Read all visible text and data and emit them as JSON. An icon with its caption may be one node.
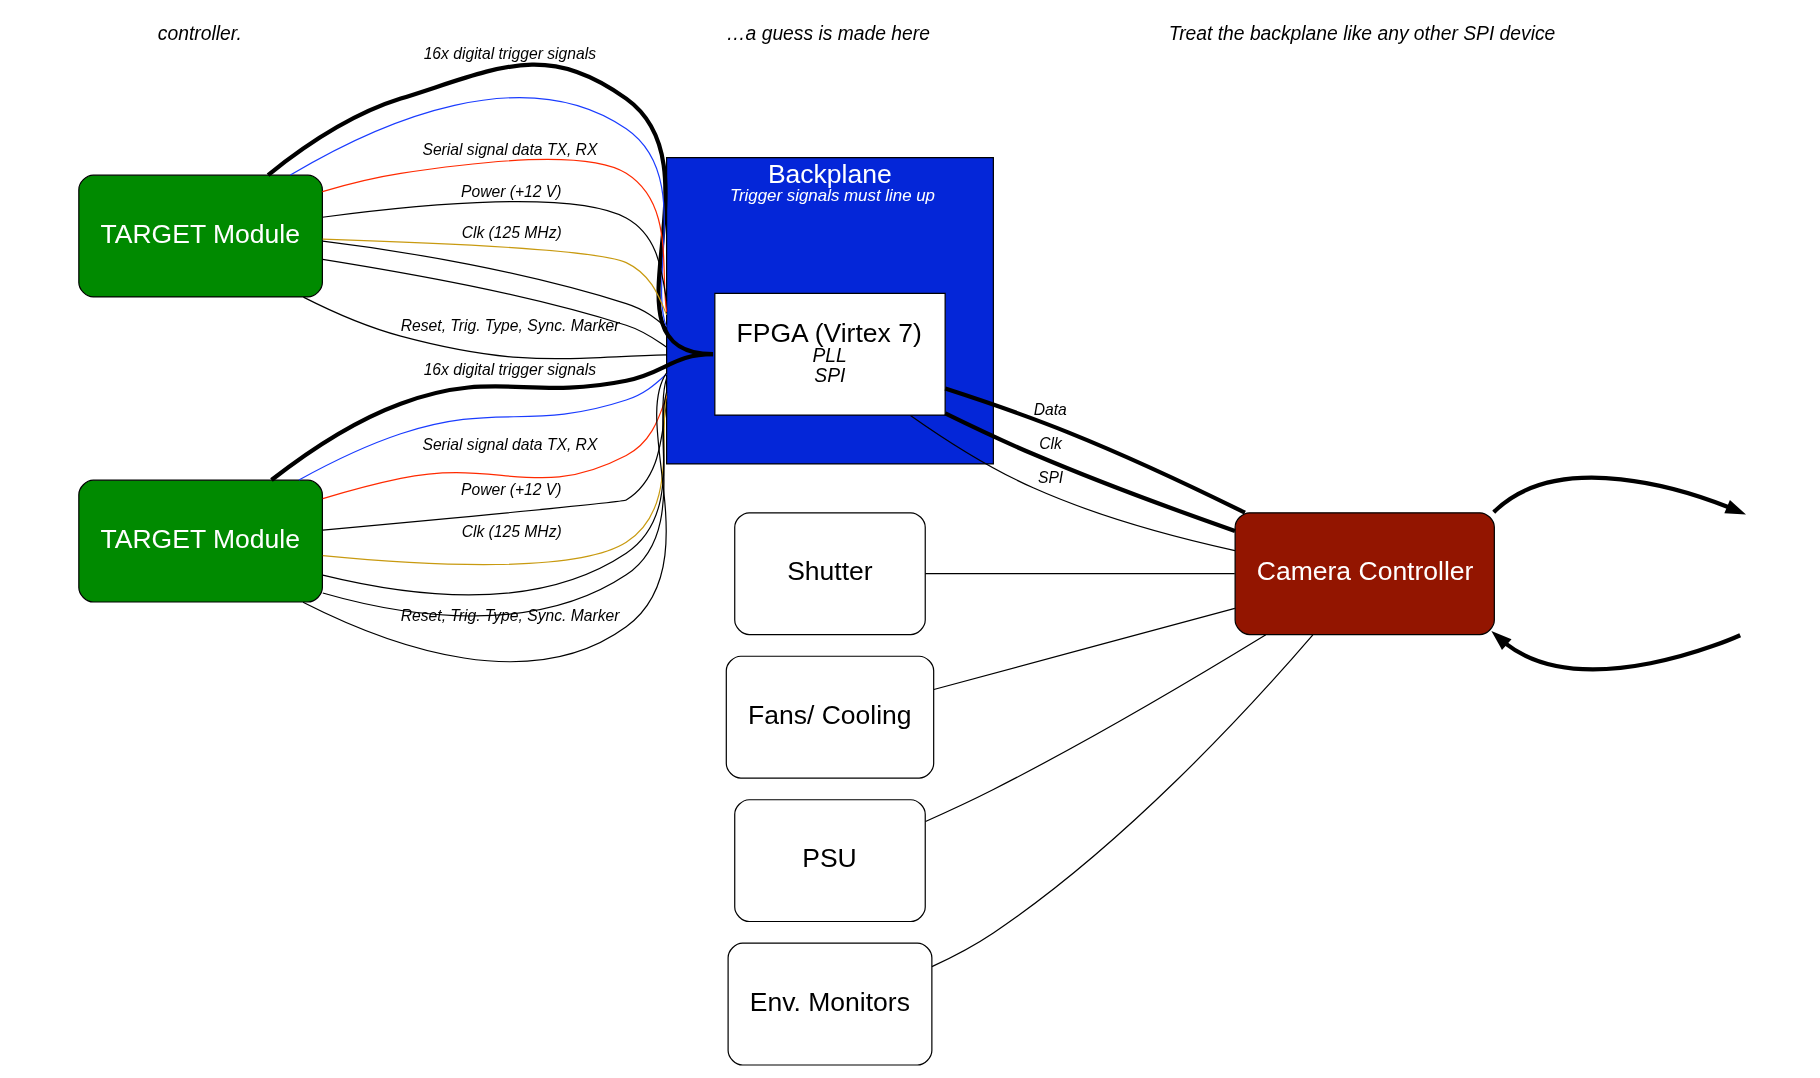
{
  "diagram": {
    "nodes": [
      {
        "text": [
          "TARGET Module"
        ]
      },
      {
        "text": [
          "TARGET Module"
        ]
      },
      {
        "text": [
          "Backplane",
          "Trigger signals must line up"
        ]
      },
      {
        "text": [
          "FPGA (Virtex 7)",
          "PLL",
          "SPI"
        ],
        "in": 2
      },
      {
        "text": [
          "Shutter"
        ]
      },
      {
        "text": [
          "Fans/ Cooling"
        ]
      },
      {
        "text": [
          "PSU"
        ]
      },
      {
        "text": [
          "Env. Monitors"
        ]
      },
      {
        "text": [
          "Camera Controller"
        ]
      }
    ],
    "edges": [
      {
        "from": 0,
        "to": 3,
        "arrow": "none",
        "label": "16x digital trigger signals",
        "style": "thick"
      },
      {
        "from": 0,
        "to": 2,
        "arrow": "none",
        "color": "#1a3cff"
      },
      {
        "from": 0,
        "to": 2,
        "arrow": "none",
        "color": "#ff2a00",
        "label": "Serial signal data TX, RX"
      },
      {
        "from": 0,
        "to": 2,
        "arrow": "none",
        "label": "Power (+12 V)"
      },
      {
        "from": 0,
        "to": 2,
        "arrow": "none",
        "color": "#c89a10",
        "label": "Clk (125 MHz)"
      },
      {
        "from": 0,
        "to": 2,
        "arrow": "none"
      },
      {
        "from": 0,
        "to": 2,
        "arrow": "none"
      },
      {
        "from": 0,
        "to": 2,
        "arrow": "none",
        "label": "Reset, Trig. Type, Sync. Marker"
      },
      {
        "from": 1,
        "to": 3,
        "arrow": "none",
        "label": "16x digital trigger signals",
        "style": "thick"
      },
      {
        "from": 1,
        "to": 2,
        "arrow": "none",
        "color": "#1a3cff"
      },
      {
        "from": 1,
        "to": 2,
        "arrow": "none",
        "color": "#ff2a00",
        "label": "Serial signal data TX, RX"
      },
      {
        "from": 1,
        "to": 2,
        "arrow": "none",
        "label": "Power (+12 V)"
      },
      {
        "from": 1,
        "to": 2,
        "arrow": "none",
        "color": "#c89a10",
        "label": "Clk (125 MHz)"
      },
      {
        "from": 1,
        "to": 2,
        "arrow": "none"
      },
      {
        "from": 1,
        "to": 2,
        "arrow": "none"
      },
      {
        "from": 1,
        "to": 2,
        "arrow": "none",
        "label": "Reset, Trig. Type, Sync. Marker"
      },
      {
        "from": 3,
        "to": 8,
        "arrow": "none",
        "label": "Data",
        "style": "thick"
      },
      {
        "from": 3,
        "to": 8,
        "arrow": "none",
        "label": "Clk",
        "style": "thick"
      },
      {
        "from": 3,
        "to": 8,
        "arrow": "none",
        "label": "SPI"
      },
      {
        "from": 4,
        "to": 8,
        "arrow": "none"
      },
      {
        "from": 5,
        "to": 8,
        "arrow": "none"
      },
      {
        "from": 6,
        "to": 8,
        "arrow": "none"
      },
      {
        "from": 7,
        "to": 8,
        "arrow": "none"
      },
      {
        "from": 8,
        "to": null,
        "arrow": "to",
        "style": "thick"
      },
      {
        "from": null,
        "to": 8,
        "arrow": "to",
        "style": "thick"
      }
    ],
    "labels": [
      "controller.",
      "…a guess is made here",
      "Treat the backplane like any other SPI device"
    ]
  }
}
